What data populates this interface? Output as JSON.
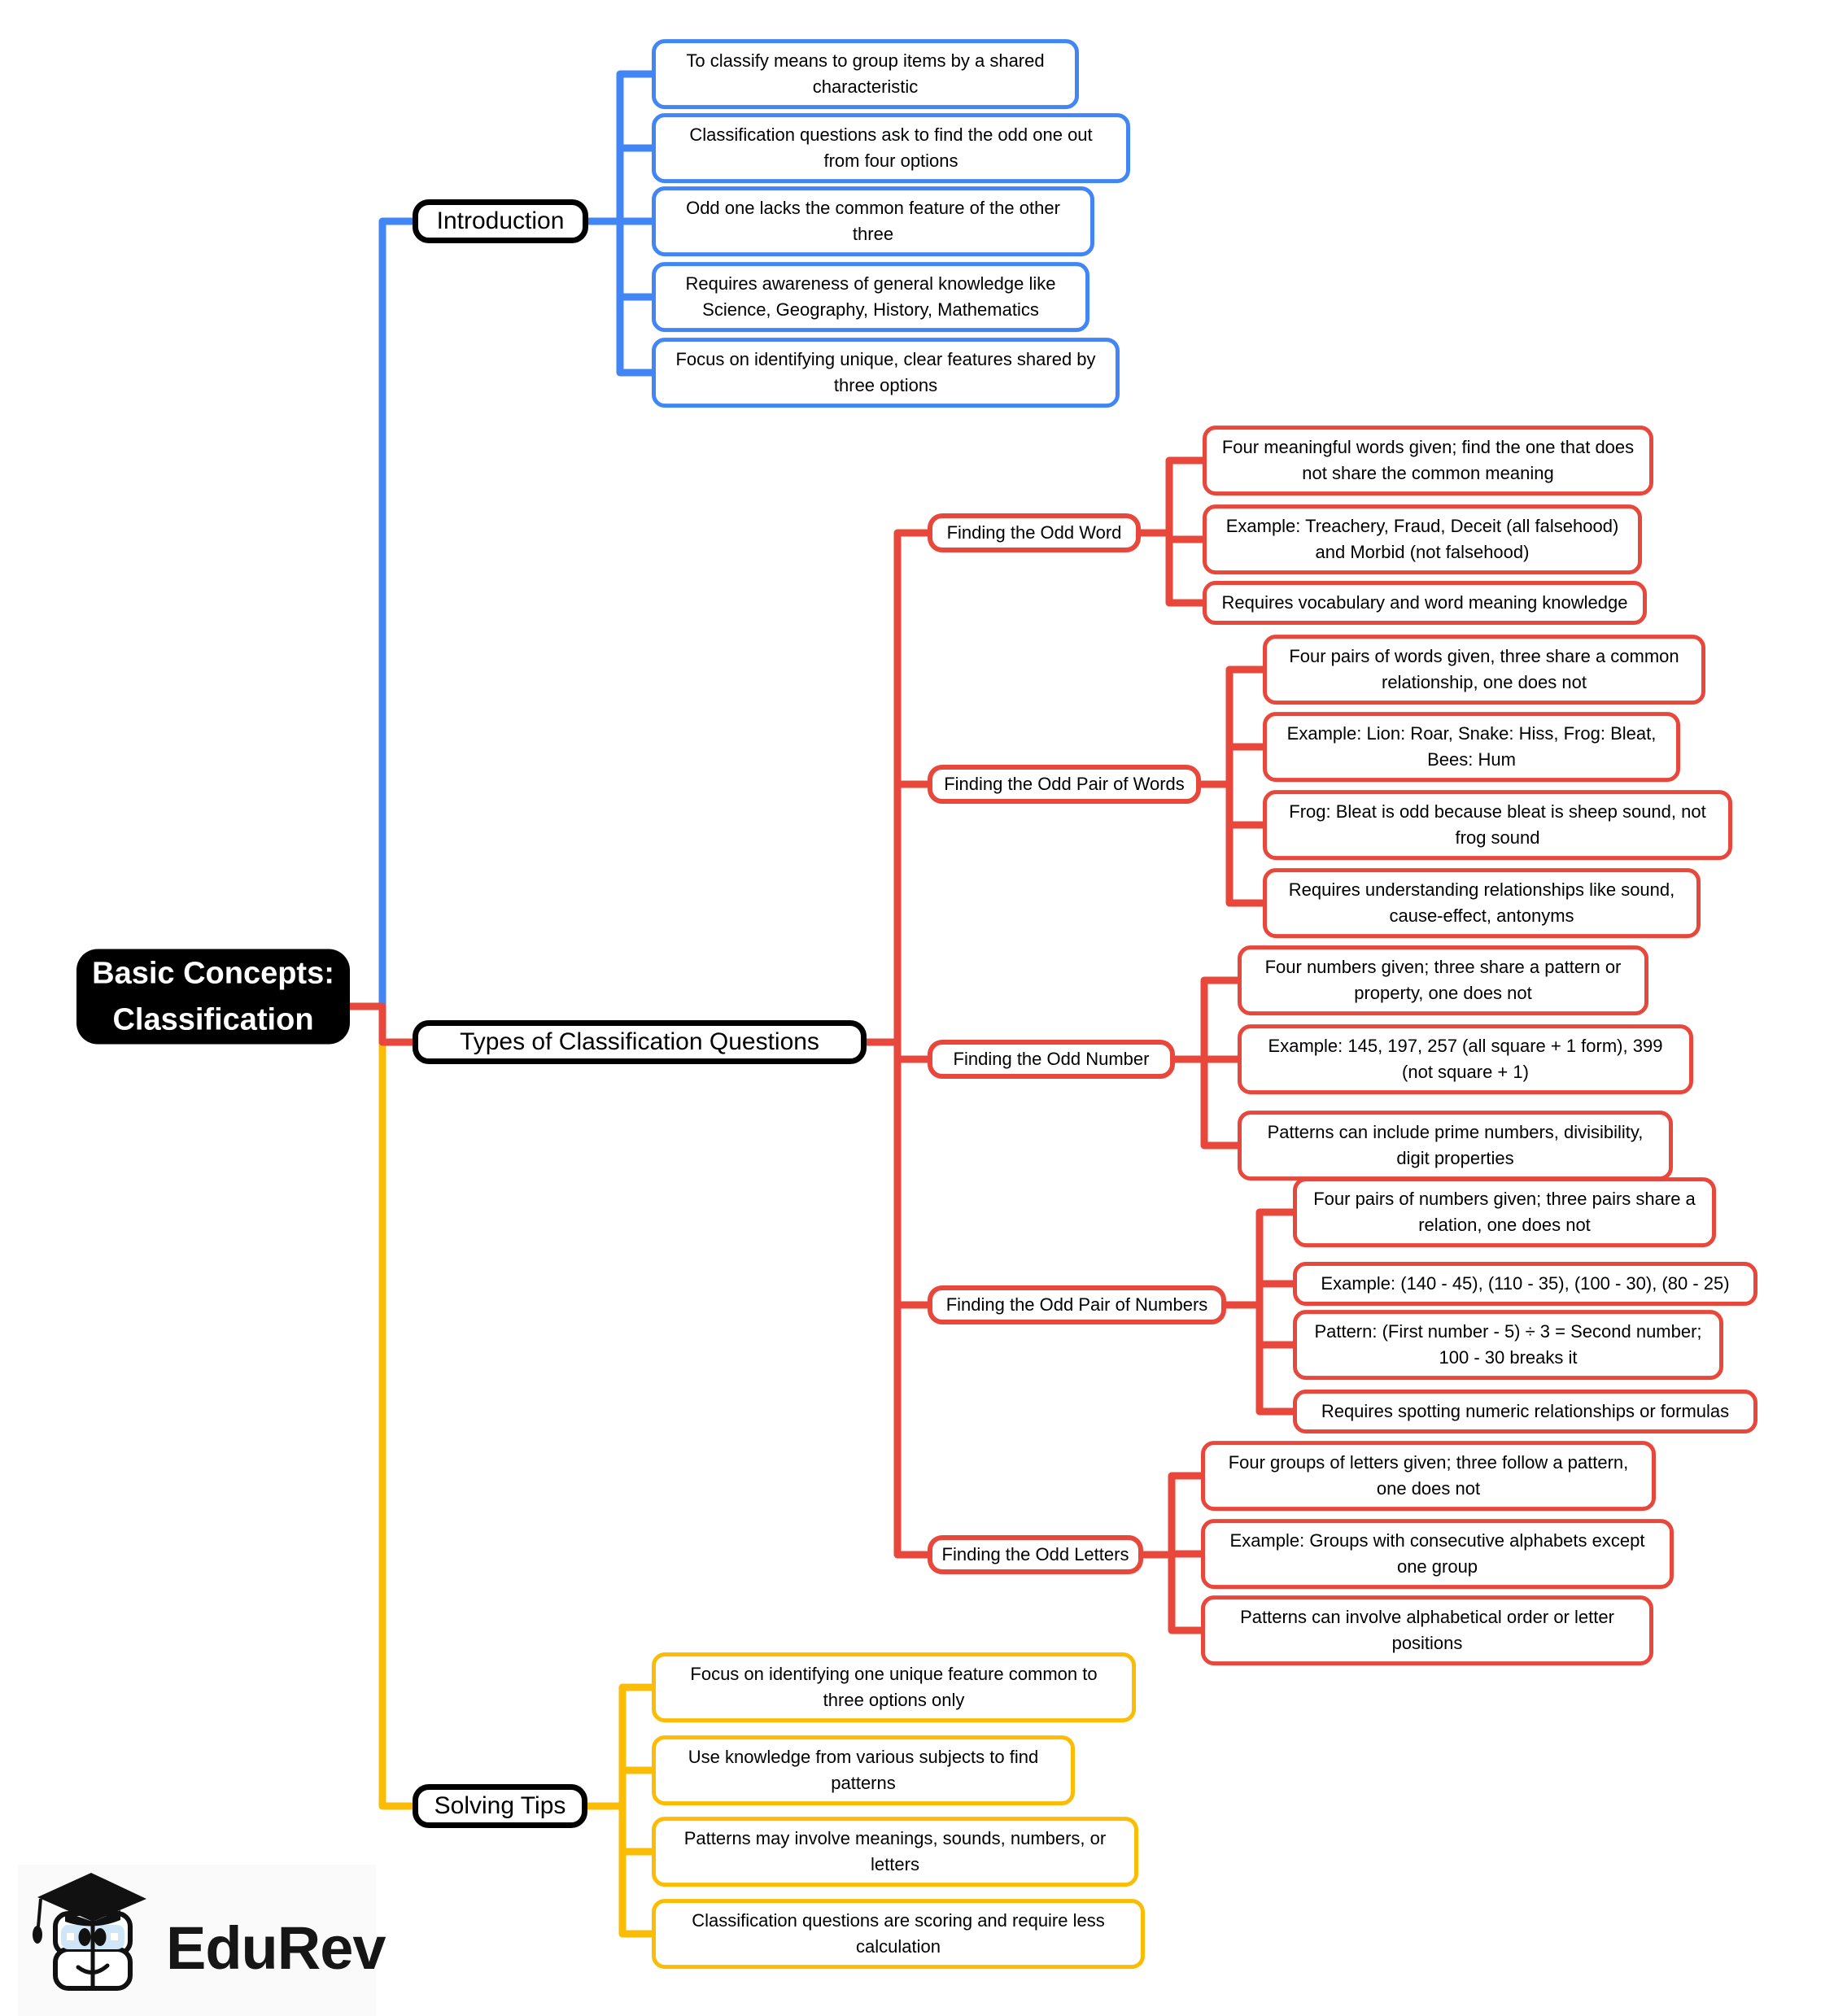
{
  "title": "Basic Concepts: Classification mind map",
  "colors": {
    "branch_blue": "#4285F4",
    "branch_red": "#E8483B",
    "branch_yellow": "#FBBC05",
    "root_background": "#000000"
  },
  "root": {
    "label": "Basic Concepts: Classification"
  },
  "branches": {
    "introduction": {
      "label": "Introduction",
      "leaves": [
        "To classify means to group items by a shared characteristic",
        "Classification questions ask to find the odd one out from four options",
        "Odd one lacks the common feature of the other three",
        "Requires awareness of general knowledge like Science, Geography, History, Mathematics",
        "Focus on identifying unique, clear features shared by three options"
      ]
    },
    "types": {
      "label": "Types of Classification Questions",
      "children": {
        "odd_word": {
          "label": "Finding the Odd Word",
          "leaves": [
            "Four meaningful words given; find the one that does not share the common meaning",
            "Example: Treachery, Fraud, Deceit (all falsehood) and Morbid (not falsehood)",
            "Requires vocabulary and word meaning knowledge"
          ]
        },
        "odd_pair_words": {
          "label": "Finding the Odd Pair of Words",
          "leaves": [
            "Four pairs of words given, three share a common relationship, one does not",
            "Example: Lion: Roar, Snake: Hiss, Frog: Bleat, Bees: Hum",
            "Frog: Bleat is odd because bleat is sheep sound, not frog sound",
            "Requires understanding relationships like sound, cause-effect, antonyms"
          ]
        },
        "odd_number": {
          "label": "Finding the Odd Number",
          "leaves": [
            "Four numbers given; three share a pattern or property, one does not",
            "Example: 145, 197, 257 (all square + 1 form), 399 (not square + 1)",
            "Patterns can include prime numbers, divisibility, digit properties"
          ]
        },
        "odd_pair_numbers": {
          "label": "Finding the Odd Pair of Numbers",
          "leaves": [
            "Four pairs of numbers given; three pairs share a relation, one does not",
            "Example: (140 - 45), (110 - 35), (100 - 30), (80 - 25)",
            "Pattern: (First number - 5) ÷ 3 = Second number; 100 - 30 breaks it",
            "Requires spotting numeric relationships or formulas"
          ]
        },
        "odd_letters": {
          "label": "Finding the Odd Letters",
          "leaves": [
            "Four groups of letters given; three follow a pattern, one does not",
            "Example: Groups with consecutive alphabets except one group",
            "Patterns can involve alphabetical order or letter positions"
          ]
        }
      }
    },
    "solving_tips": {
      "label": "Solving Tips",
      "leaves": [
        "Focus on identifying one unique feature common to three options only",
        "Use knowledge from various subjects to find patterns",
        "Patterns may involve meanings, sounds, numbers, or letters",
        "Classification questions are scoring and require less calculation"
      ]
    }
  },
  "logo": {
    "text": "EduRev"
  }
}
